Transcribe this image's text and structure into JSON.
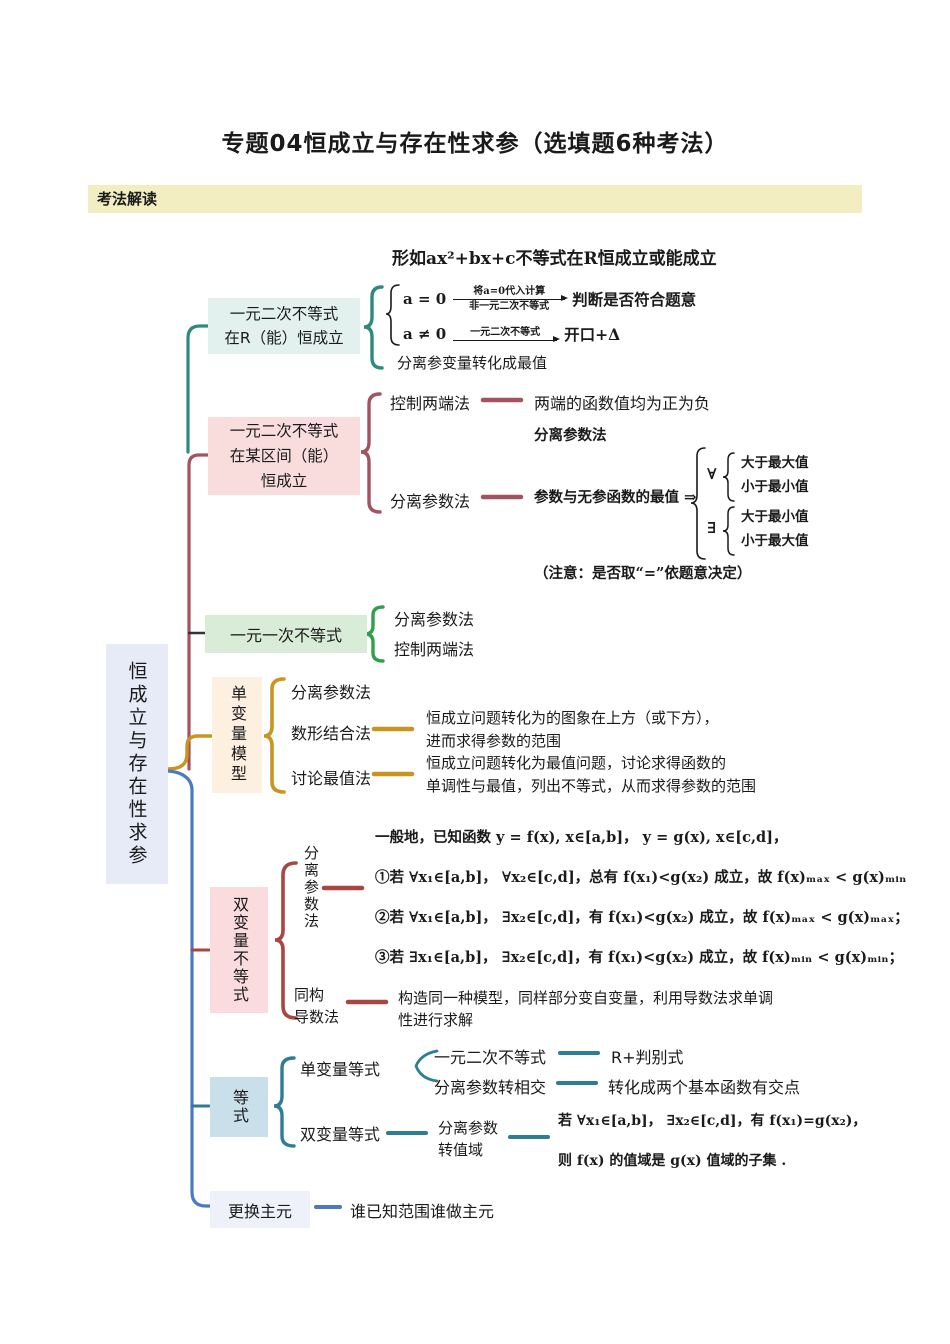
{
  "page": {
    "title": "专题04恒成立与存在性求参（选填题6种考法）",
    "banner": "考法解读"
  },
  "colors": {
    "banner_bg": "#f2eec2",
    "branch1_teal": "#2f8a7c",
    "branch2_maroon": "#a3535f",
    "branch3_green": "#2fa04e",
    "branch4_gold": "#c8951f",
    "branch5_red": "#a94642",
    "branch6_tealblue": "#2e7d96",
    "trunk_blue": "#4a7abf",
    "box1_bg": "#e3f1ee",
    "box2_bg": "#f9dddd",
    "box3_bg": "#d8ecd7",
    "box4_bg": "#fdf0e1",
    "box5_bg": "#fadbde",
    "box6_bg": "#c9dfe9",
    "box7_bg": "#eef1fa",
    "root_bg": "#e7eaf7"
  },
  "root": "恒成立与存在性求参",
  "b1": {
    "box": "一元二次不等式\n在R（能）恒成立",
    "header": "形如ax²+bx+c不等式在R恒成立或能成立",
    "case1": {
      "cond": "a = 0",
      "over": "将a=0代入计算",
      "under": "非一元二次不等式",
      "result": "判断是否符合题意"
    },
    "case2": {
      "cond": "a ≠ 0",
      "over": "一元二次不等式",
      "result": "开口+Δ"
    },
    "alt": "分离参变量转化成最值"
  },
  "b2": {
    "box": "一元二次不等式\n在某区间（能）\n恒成立",
    "m1": "控制两端法",
    "m1_desc": "两端的函数值均为正为负",
    "sub_header": "分离参数法",
    "m2": "分离参数法",
    "m2_desc": "参数与无参函数的最值",
    "arrow": "⇒",
    "forall": "∀",
    "forall_lines": "大于最大值\n小于最小值",
    "exists": "∃",
    "exists_lines": "大于最小值\n小于最大值",
    "note": "（注意：是否取“=”依题意决定）"
  },
  "b3": {
    "box": "一元一次不等式",
    "m1": "分离参数法",
    "m2": "控制两端法"
  },
  "b4": {
    "box": "单变量模型",
    "m1": "分离参数法",
    "m2": "数形结合法",
    "m2_desc": "恒成立问题转化为的图象在上方（或下方），\n进而求得参数的范围",
    "m3": "讨论最值法",
    "m3_desc": "恒成立问题转化为最值问题，讨论求得函数的\n单调性与最值，列出不等式，从而求得参数的范围"
  },
  "b5": {
    "box": "双变量不等式",
    "m1": "分离参数法",
    "intro": "一般地，已知函数 y = f(x), x∈[a,b]， y = g(x), x∈[c,d]，",
    "item1": "①若 ∀x₁∈[a,b]， ∀x₂∈[c,d]，总有 f(x₁)<g(x₂) 成立，故 f(x)ₘₐₓ < g(x)ₘᵢₙ",
    "item2": "②若 ∀x₁∈[a,b]， ∃x₂∈[c,d]，有 f(x₁)<g(x₂) 成立，故 f(x)ₘₐₓ < g(x)ₘₐₓ；",
    "item3": "③若 ∃x₁∈[a,b]， ∃x₂∈[c,d]，有 f(x₁)<g(x₂) 成立，故 f(x)ₘᵢₙ < g(x)ₘᵢₙ；",
    "m2": "同构\n导数法",
    "m2_desc": "构造同一种模型，同样部分变自变量，利用导数法求单调\n性进行求解"
  },
  "b6": {
    "box": "等式",
    "m1": "单变量等式",
    "c1": "一元二次不等式",
    "c1_desc": "R+判别式",
    "c2": "分离参数转相交",
    "c2_desc": "转化成两个基本函数有交点",
    "m2": "双变量等式",
    "c3": "分离参数\n转值域",
    "f1": "若 ∀x₁∈[a,b]， ∃x₂∈[c,d]，有 f(x₁)=g(x₂)，",
    "f2": "则 f(x) 的值域是 g(x) 值域的子集 ."
  },
  "b7": {
    "box": "更换主元",
    "desc": "谁已知范围谁做主元"
  }
}
